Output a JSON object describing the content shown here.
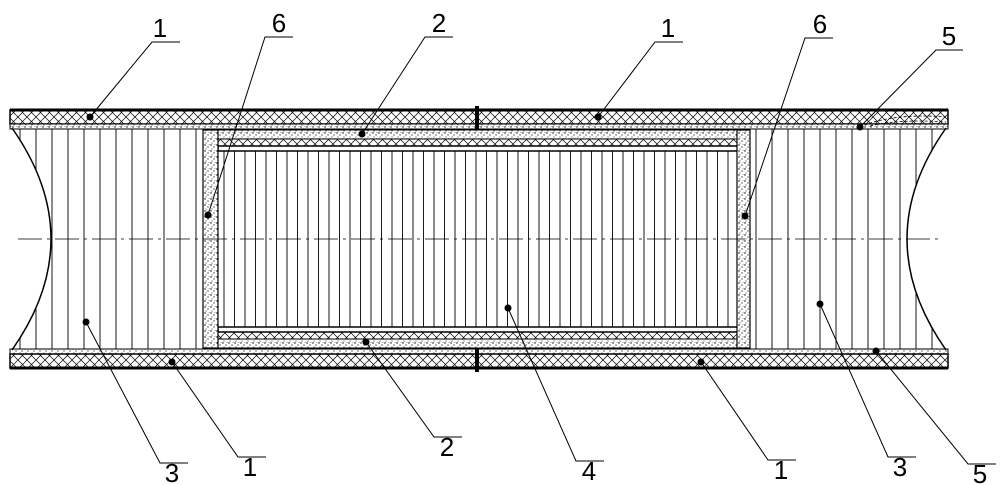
{
  "callouts": [
    {
      "id": "c1a",
      "label": "1"
    },
    {
      "id": "c6a",
      "label": "6"
    },
    {
      "id": "c2a",
      "label": "2"
    },
    {
      "id": "c1b",
      "label": "1"
    },
    {
      "id": "c6b",
      "label": "6"
    },
    {
      "id": "c5a",
      "label": "5"
    },
    {
      "id": "c3a",
      "label": "3"
    },
    {
      "id": "c1c",
      "label": "1"
    },
    {
      "id": "c2b",
      "label": "2"
    },
    {
      "id": "c4a",
      "label": "4"
    },
    {
      "id": "c1d",
      "label": "1"
    },
    {
      "id": "c3b",
      "label": "3"
    },
    {
      "id": "c5b",
      "label": "5"
    }
  ]
}
